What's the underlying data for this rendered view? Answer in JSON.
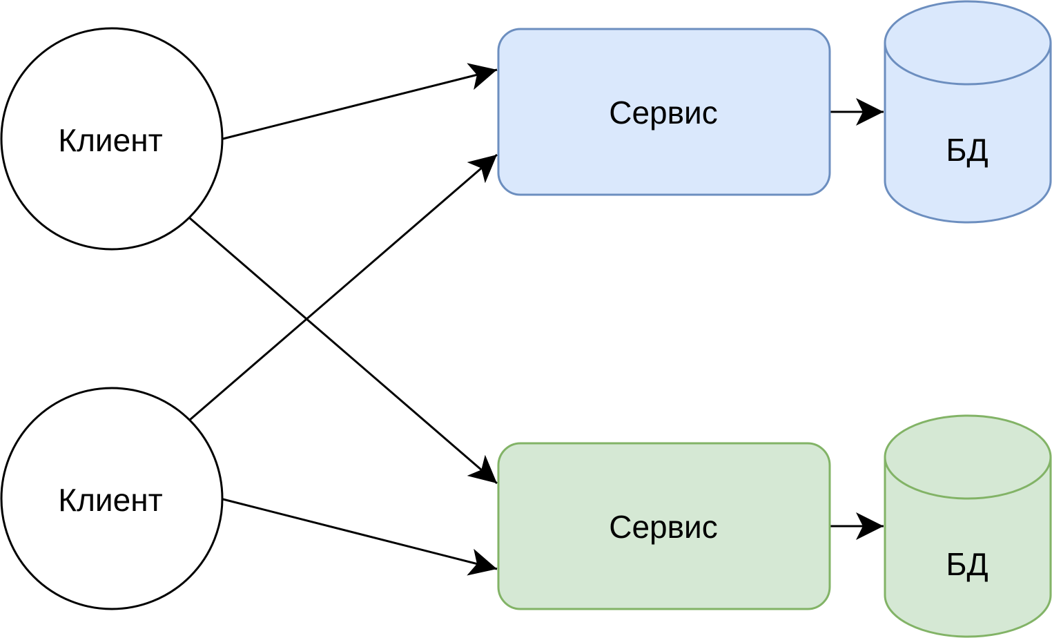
{
  "colors": {
    "stroke": "#000000",
    "blue_fill": "#dae8fc",
    "blue_stroke": "#6c8ebf",
    "green_fill": "#d5e8d4",
    "green_stroke": "#82b366"
  },
  "clients": [
    {
      "label": "Клиент"
    },
    {
      "label": "Клиент"
    }
  ],
  "services": [
    {
      "label": "Сервис",
      "color": "blue"
    },
    {
      "label": "Сервис",
      "color": "green"
    }
  ],
  "databases": [
    {
      "label": "БД",
      "color": "blue"
    },
    {
      "label": "БД",
      "color": "green"
    }
  ],
  "connections": [
    {
      "from": "client-1",
      "to": "service-1"
    },
    {
      "from": "client-1",
      "to": "service-2"
    },
    {
      "from": "client-2",
      "to": "service-1"
    },
    {
      "from": "client-2",
      "to": "service-2"
    },
    {
      "from": "service-1",
      "to": "db-1"
    },
    {
      "from": "service-2",
      "to": "db-2"
    }
  ]
}
